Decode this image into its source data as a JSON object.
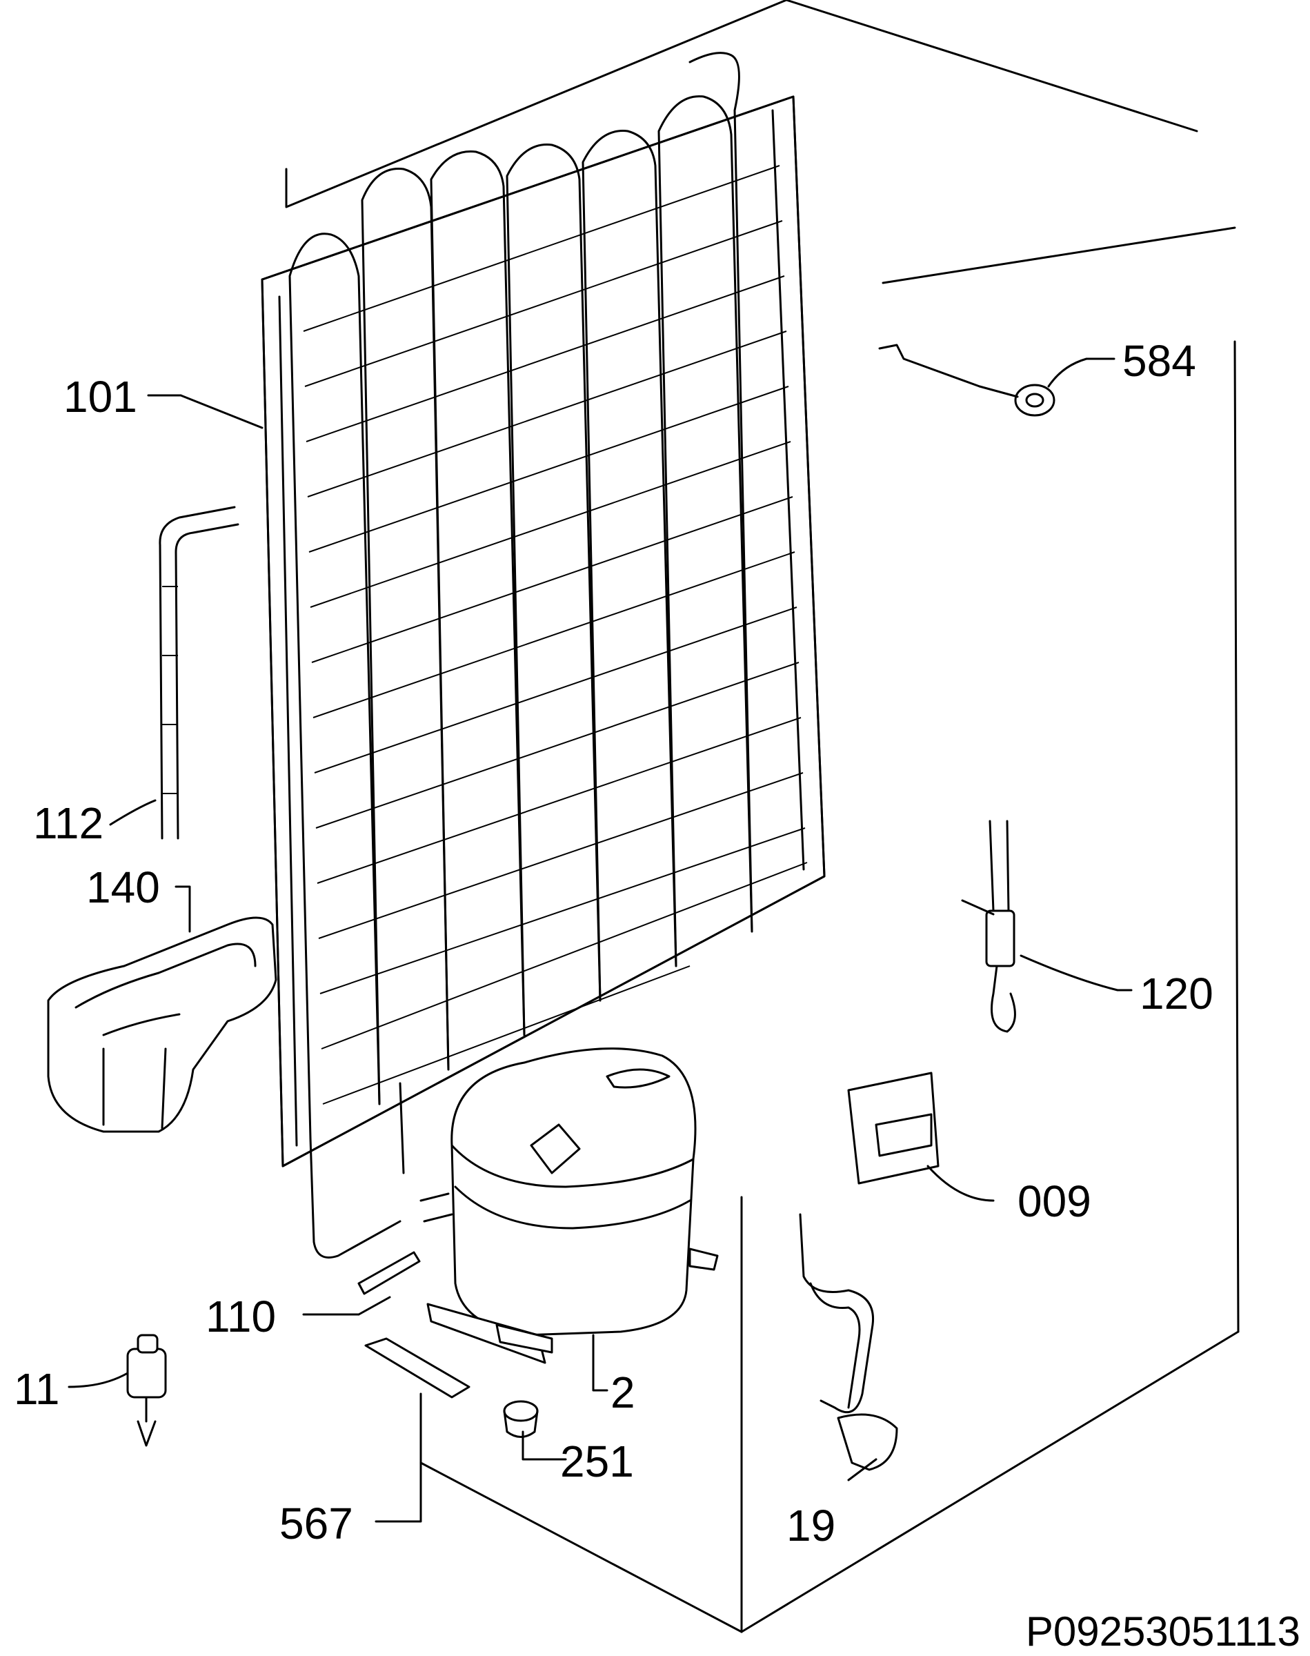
{
  "diagram": {
    "code": "P09253051113",
    "parts": [
      {
        "id": "101",
        "name": "condenser"
      },
      {
        "id": "112",
        "name": "drain-hose"
      },
      {
        "id": "140",
        "name": "drip-tray"
      },
      {
        "id": "110",
        "name": "filter-drier"
      },
      {
        "id": "11",
        "name": "relay-starter"
      },
      {
        "id": "567",
        "name": "mounting-bracket"
      },
      {
        "id": "251",
        "name": "rubber-grommet"
      },
      {
        "id": "2",
        "name": "compressor"
      },
      {
        "id": "19",
        "name": "power-cord"
      },
      {
        "id": "009",
        "name": "terminal-cover"
      },
      {
        "id": "120",
        "name": "thermostat-sensor"
      },
      {
        "id": "584",
        "name": "capillary-clip"
      }
    ]
  }
}
